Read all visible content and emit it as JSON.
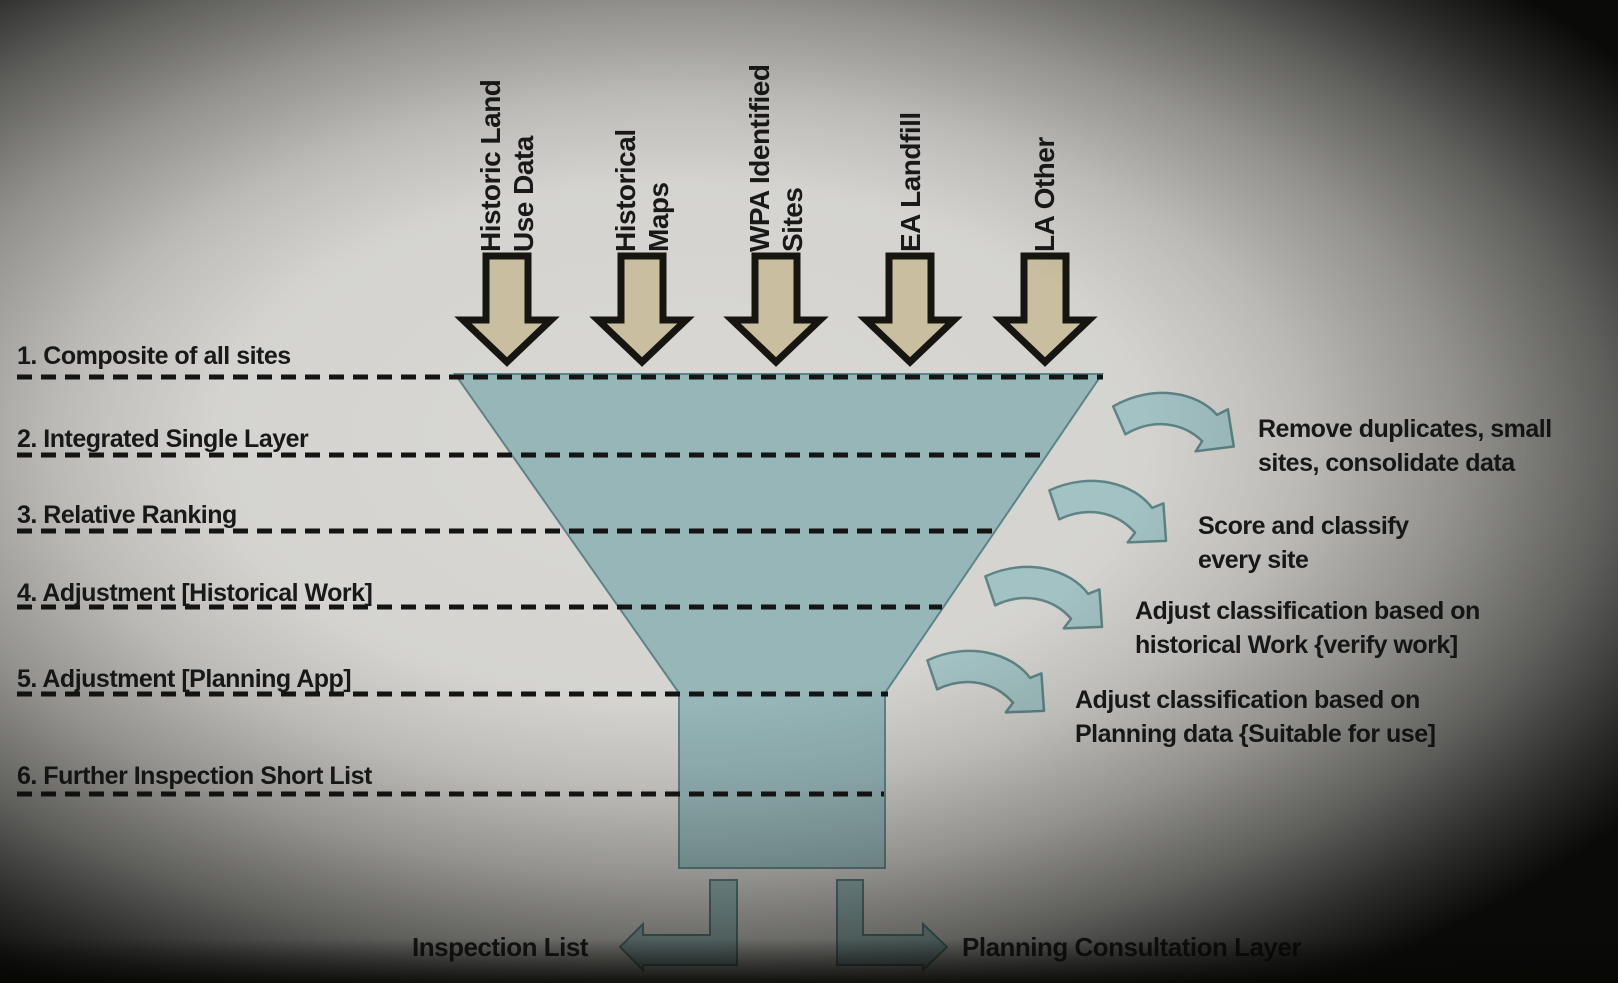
{
  "diagram": {
    "sources": [
      {
        "label": "Historic Land\nUse Data"
      },
      {
        "label": "Historical\nMaps"
      },
      {
        "label": "WPA Identified\nSites"
      },
      {
        "label": "EA Landfill"
      },
      {
        "label": "LA Other"
      }
    ],
    "steps": [
      {
        "label": "1. Composite of all sites"
      },
      {
        "label": "2. Integrated Single Layer"
      },
      {
        "label": "3. Relative Ranking"
      },
      {
        "label": "4. Adjustment [Historical Work]"
      },
      {
        "label": "5. Adjustment [Planning App]"
      },
      {
        "label": "6. Further Inspection Short List"
      }
    ],
    "flow_annotations": [
      {
        "text": "Remove duplicates, small\nsites, consolidate data"
      },
      {
        "text": "Score and classify\nevery site"
      },
      {
        "text": "Adjust classification based on\nhistorical Work {verify work]"
      },
      {
        "text": "Adjust classification based on\nPlanning data {Suitable for use]"
      }
    ],
    "outputs": [
      {
        "label": "Inspection List"
      },
      {
        "label": "Planning Consultation Layer"
      }
    ],
    "colors": {
      "funnel_fill": "#96b6b8",
      "funnel_stroke": "#5f8486",
      "source_arrow_fill": "#c9bea0",
      "source_arrow_stroke": "#17150f",
      "flow_arrow_fill": "#a3c2c3",
      "output_arrow_fill": "#8fadae",
      "dashed_line": "#141414",
      "text": "#191919"
    }
  }
}
